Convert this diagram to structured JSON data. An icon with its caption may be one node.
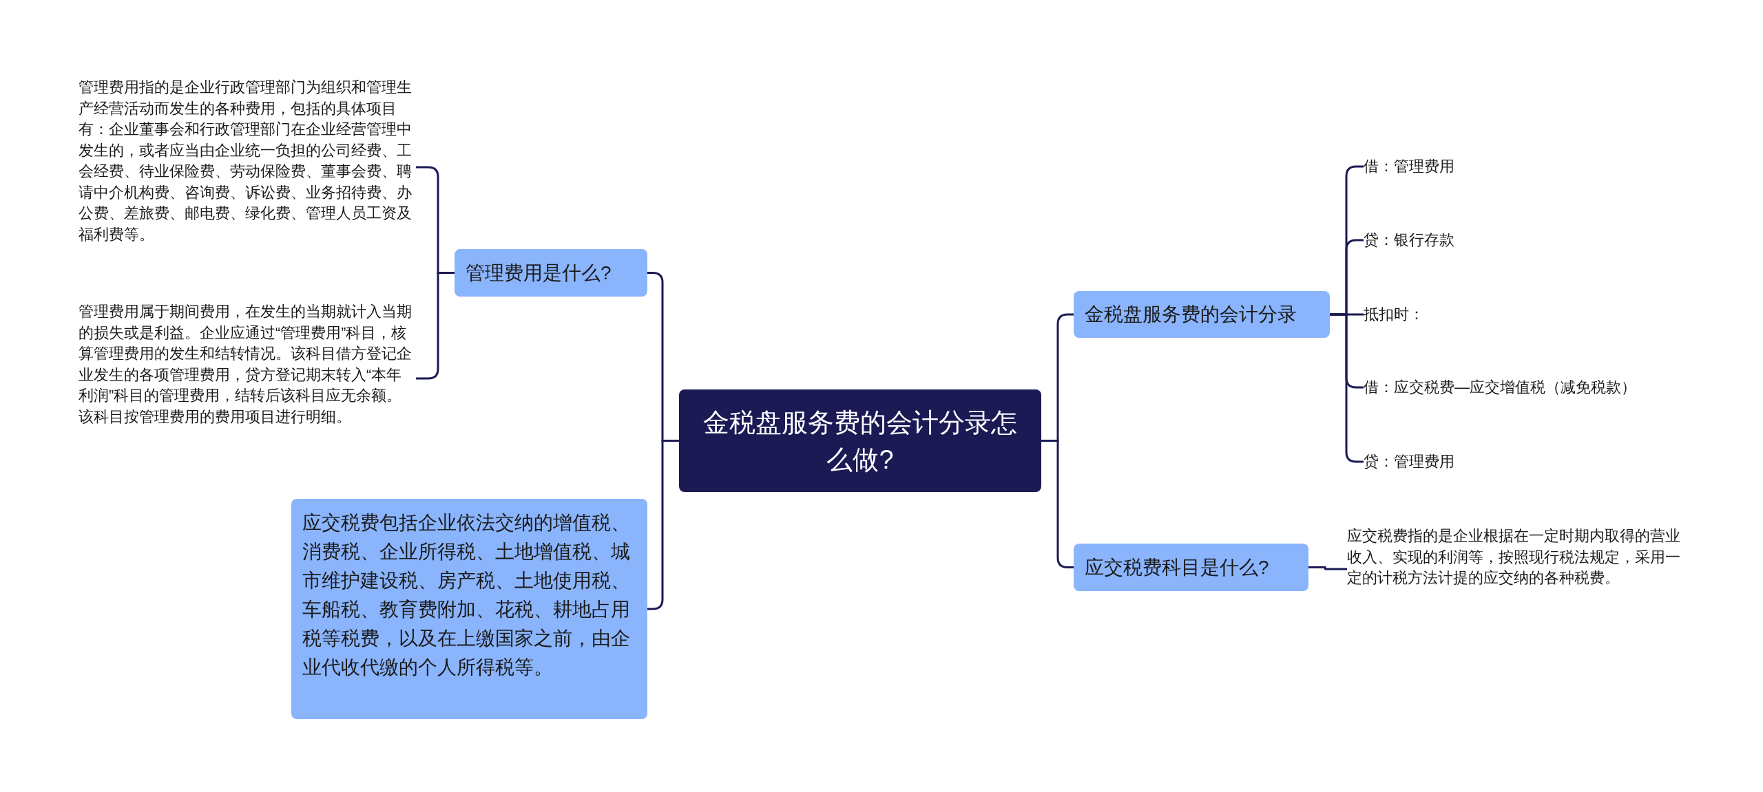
{
  "diagram": {
    "nodes": [
      {
        "text": [
          "金税盘服务费的会计分录怎么做?"
        ]
      },
      {
        "text": [
          "管理费用是什么?"
        ]
      },
      {
        "text": [
          "管理费用指的是企业行政管理部门为组织和管理生产经营活动而发生的各种费用，包括的具体项目有：企业董事会和行政管理部门在企业经营管理中发生的，或者应当由企业统一负担的公司经费、工会经费、待业保险费、劳动保险费、董事会费、聘请中介机构费、咨询费、诉讼费、业务招待费、办公费、差旅费、邮电费、绿化费、管理人员工资及福利费等。"
        ]
      },
      {
        "text": [
          "管理费用属于期间费用，在发生的当期就计入当期的损失或是利益。企业应通过“管理费用”科目，核算管理费用的发生和结转情况。该科目借方登记企业发生的各项管理费用，贷方登记期末转入“本年利润”科目的管理费用，结转后该科目应无余额。该科目按管理费用的费用项目进行明细。"
        ]
      },
      {
        "text": [
          "应交税费包括企业依法交纳的增值税、消费税、企业所得税、土地增值税、城市维护建设税、房产税、土地使用税、车船税、教育费附加、花税、耕地占用税等税费，以及在上缴国家之前，由企业代收代缴的个人所得税等。"
        ]
      },
      {
        "text": [
          "金税盘服务费的会计分录"
        ]
      },
      {
        "text": [
          "借：管理费用"
        ]
      },
      {
        "text": [
          "贷：银行存款"
        ]
      },
      {
        "text": [
          "抵扣时："
        ]
      },
      {
        "text": [
          "借：应交税费—应交增值税（减免税款）"
        ]
      },
      {
        "text": [
          "贷：管理费用"
        ]
      },
      {
        "text": [
          "应交税费科目是什么?"
        ]
      },
      {
        "text": [
          "应交税费指的是企业根据在一定时期内取得的营业收入、实现的利润等，按照现行税法规定，采用一定的计税方法计提的应交纳的各种税费。"
        ]
      }
    ],
    "edges": [
      {
        "from": 0,
        "to": 1,
        "arrow": "none"
      },
      {
        "from": 0,
        "to": 4,
        "arrow": "none"
      },
      {
        "from": 1,
        "to": 2,
        "arrow": "none"
      },
      {
        "from": 1,
        "to": 3,
        "arrow": "none"
      },
      {
        "from": 0,
        "to": 5,
        "arrow": "none"
      },
      {
        "from": 0,
        "to": 11,
        "arrow": "none"
      },
      {
        "from": 5,
        "to": 6,
        "arrow": "none"
      },
      {
        "from": 5,
        "to": 7,
        "arrow": "none"
      },
      {
        "from": 5,
        "to": 8,
        "arrow": "none"
      },
      {
        "from": 5,
        "to": 9,
        "arrow": "none"
      },
      {
        "from": 5,
        "to": 10,
        "arrow": "none"
      },
      {
        "from": 11,
        "to": 12,
        "arrow": "none"
      }
    ]
  }
}
